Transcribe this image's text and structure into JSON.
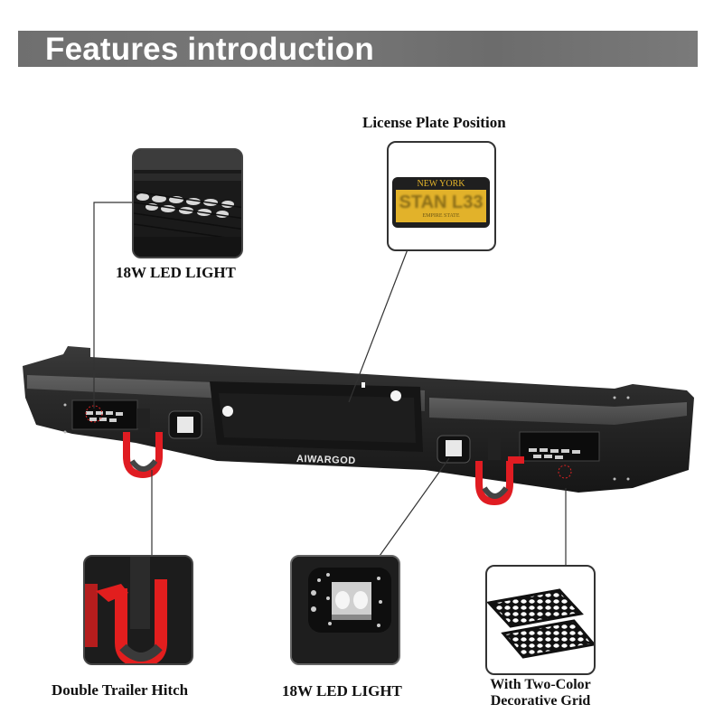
{
  "banner": {
    "title": "Features introduction",
    "background": "#737373"
  },
  "product": {
    "brand_logo": "AIWARGOD",
    "color": "#1e1e1e",
    "accent_red": "#e01c22"
  },
  "features": [
    {
      "id": "led-top",
      "label": "18W LED LIGHT",
      "icon": "led-light-bar-photo"
    },
    {
      "id": "license-plate",
      "label": "License Plate Position",
      "icon": "license-plate-photo",
      "plate": {
        "state": "NEW YORK",
        "number": "STAN L33",
        "slogan": "EMPIRE STATE"
      }
    },
    {
      "id": "hitch",
      "label": "Double Trailer Hitch",
      "icon": "d-ring-shackle-photo"
    },
    {
      "id": "led-bottom",
      "label": "18W LED LIGHT",
      "icon": "cube-led-light-photo"
    },
    {
      "id": "grid",
      "label_line1": "With Two-Color",
      "label_line2": "Decorative Grid",
      "icon": "honeycomb-grid-photo"
    }
  ]
}
